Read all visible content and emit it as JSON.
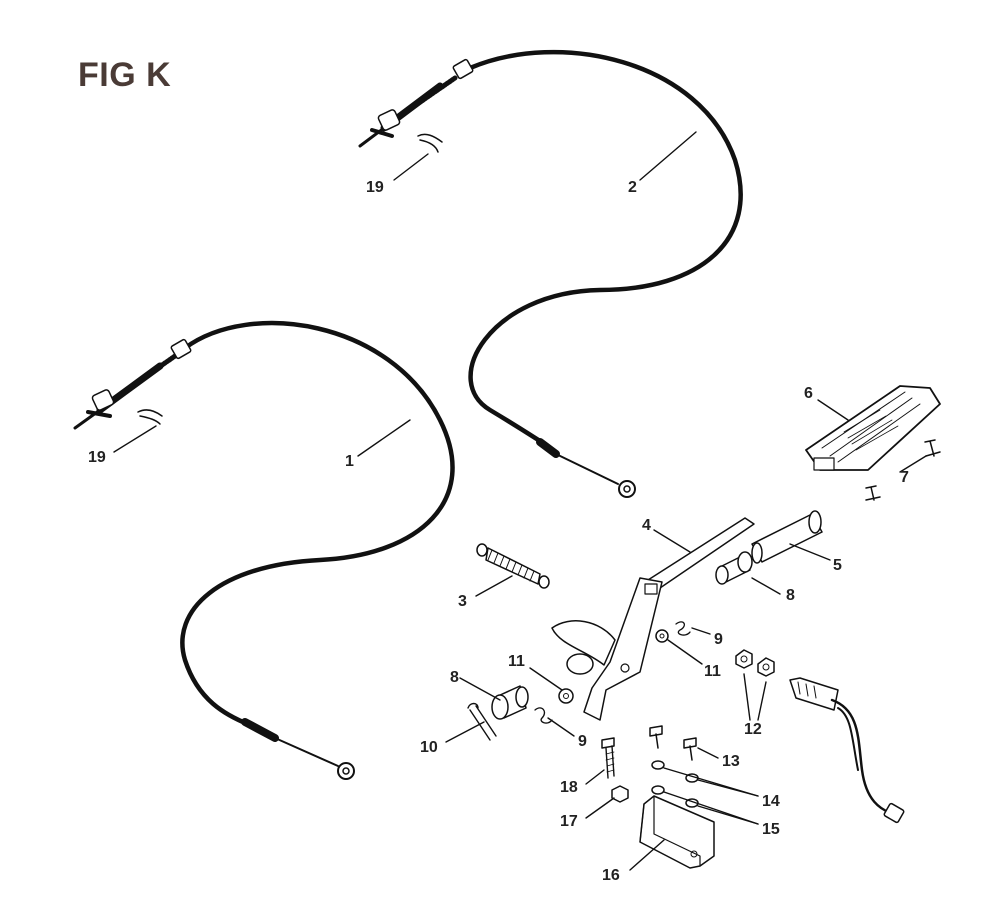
{
  "figure": {
    "title": "FIG K"
  },
  "callouts": {
    "c1": "1",
    "c2": "2",
    "c3": "3",
    "c4": "4",
    "c5": "5",
    "c6": "6",
    "c7": "7",
    "c8a": "8",
    "c8b": "8",
    "c9a": "9",
    "c9b": "9",
    "c10": "10",
    "c11a": "11",
    "c11b": "11",
    "c12": "12",
    "c13": "13",
    "c14": "14",
    "c15": "15",
    "c16": "16",
    "c17": "17",
    "c18": "18",
    "c19a": "19",
    "c19b": "19"
  }
}
